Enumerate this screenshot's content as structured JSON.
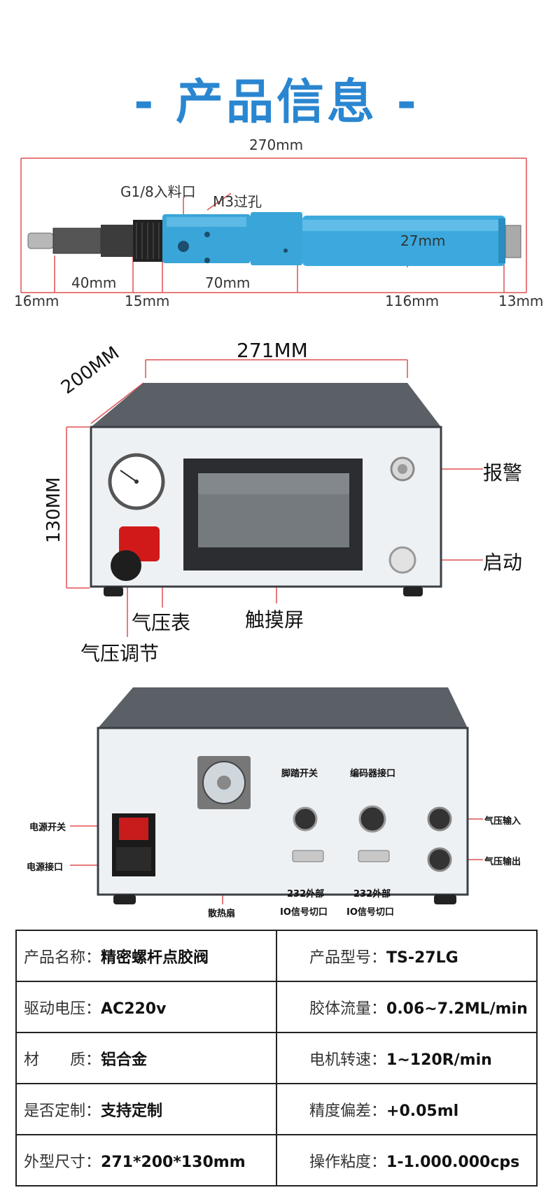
{
  "title": "- 产品信息 -",
  "syringe": {
    "total_length": "270mm",
    "inlet_label": "G1/8入料口",
    "hole_label": "M3过孔",
    "diameter": "27mm",
    "seg_40": "40mm",
    "seg_70": "70mm",
    "seg_16": "16mm",
    "seg_15": "15mm",
    "seg_116": "116mm",
    "seg_13": "13mm"
  },
  "front_box": {
    "width": "271MM",
    "depth": "200MM",
    "height": "130MM",
    "alarm": "报警",
    "start": "启动",
    "gauge": "气压表",
    "touchscreen": "触摸屏",
    "regulator": "气压调节"
  },
  "rear_box": {
    "foot_switch": "脚踏开关",
    "encoder": "编码器接口",
    "power_switch": "电源开关",
    "power_port": "电源接口",
    "air_in": "气压输入",
    "air_out": "气压输出",
    "fan": "散热扇",
    "io1_line1": "232外部",
    "io1_line2": "IO信号切口",
    "io2_line1": "232外部",
    "io2_line2": "IO信号切口"
  },
  "specs": [
    {
      "k1": "产品名称：",
      "v1": "精密螺杆点胶阀",
      "k2": "产品型号：",
      "v2": "TS-27LG"
    },
    {
      "k1": "驱动电压：",
      "v1": "AC220v",
      "k2": "胶体流量：",
      "v2": "0.06~7.2ML/min"
    },
    {
      "k1": "材　　质：",
      "v1": "铝合金",
      "k2": "电机转速：",
      "v2": "1~120R/min"
    },
    {
      "k1": "是否定制：",
      "v1": "支持定制",
      "k2": "精度偏差：",
      "v2": "+0.05ml"
    },
    {
      "k1": "外型尺寸：",
      "v1": "271*200*130mm",
      "k2": "操作粘度：",
      "v2": "1-1.000.000cps"
    }
  ]
}
